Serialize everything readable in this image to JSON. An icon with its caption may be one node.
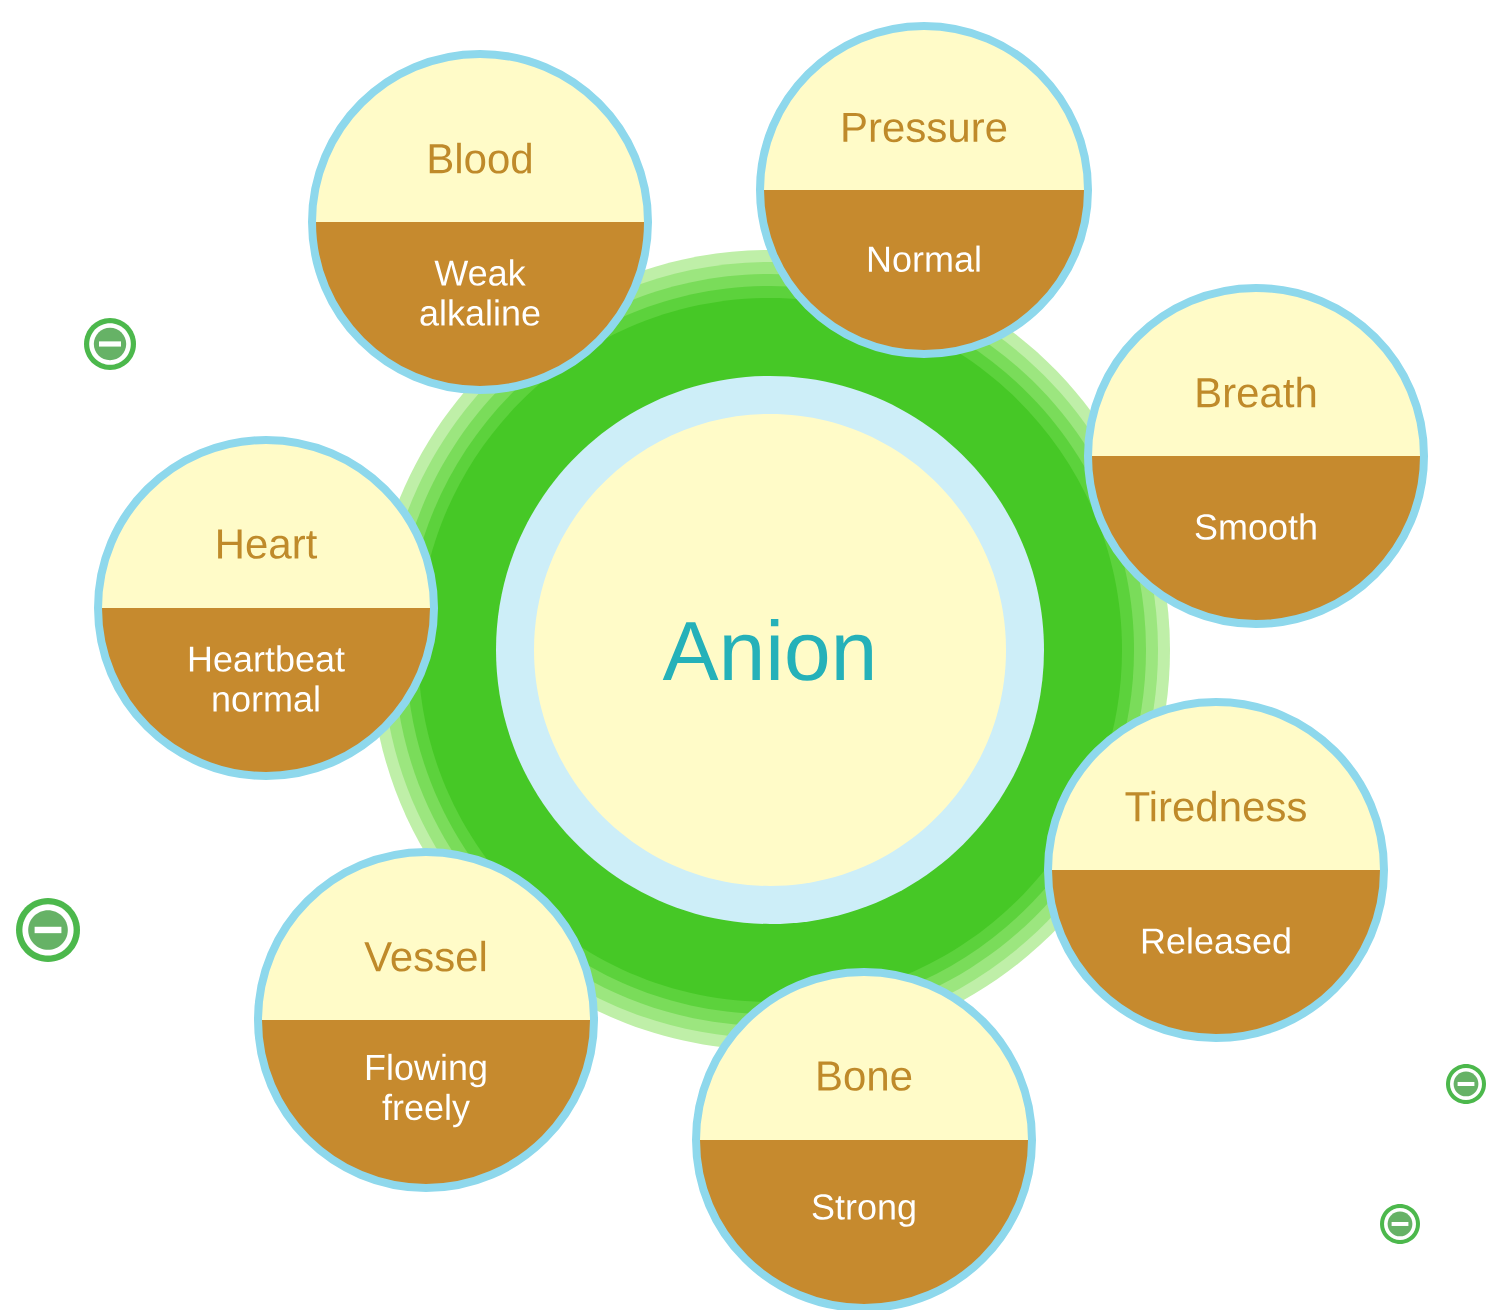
{
  "diagram": {
    "nodes": [
      {
        "text": [
          "Anion"
        ]
      },
      {
        "text": [
          "Pressure",
          "Normal"
        ]
      },
      {
        "text": [
          "Blood",
          "Weak alkaline"
        ]
      },
      {
        "text": [
          "Breath",
          "Smooth"
        ]
      },
      {
        "text": [
          "Heart",
          "Heartbeat normal"
        ]
      },
      {
        "text": [
          "Tiredness",
          "Released"
        ]
      },
      {
        "text": [
          "Vessel",
          "Flowing freely"
        ]
      },
      {
        "text": [
          "Bone",
          "Strong"
        ]
      }
    ],
    "edges": []
  }
}
